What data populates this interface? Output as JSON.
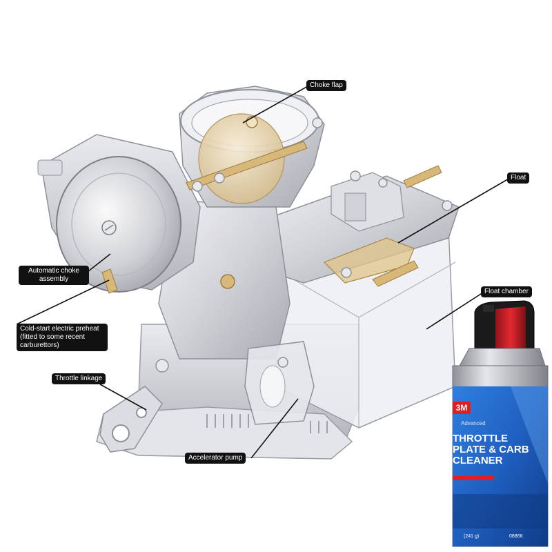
{
  "callouts": {
    "choke_flap": "Choke flap",
    "float": "Float",
    "automatic_choke_assembly": "Automatic choke assembly",
    "float_chamber": "Float chamber",
    "cold_start": "Cold-start electric preheat (fitted to some recent carburettors)",
    "throttle_linkage": "Throttle linkage",
    "accelerator_pump": "Accelerator pump"
  },
  "can": {
    "brand": "3M",
    "tier": "Advanced",
    "product_line1": "THROTTLE",
    "product_line2": "PLATE & CARB",
    "product_line3": "CLEANER",
    "net_weight": "(241 g)",
    "part_number": "08866"
  },
  "colors": {
    "callout_bg": "#111111",
    "can_blue": "#1f63c6",
    "can_cap_red": "#d4202a",
    "brand_red": "#e02020",
    "brass": "#d8b878"
  }
}
